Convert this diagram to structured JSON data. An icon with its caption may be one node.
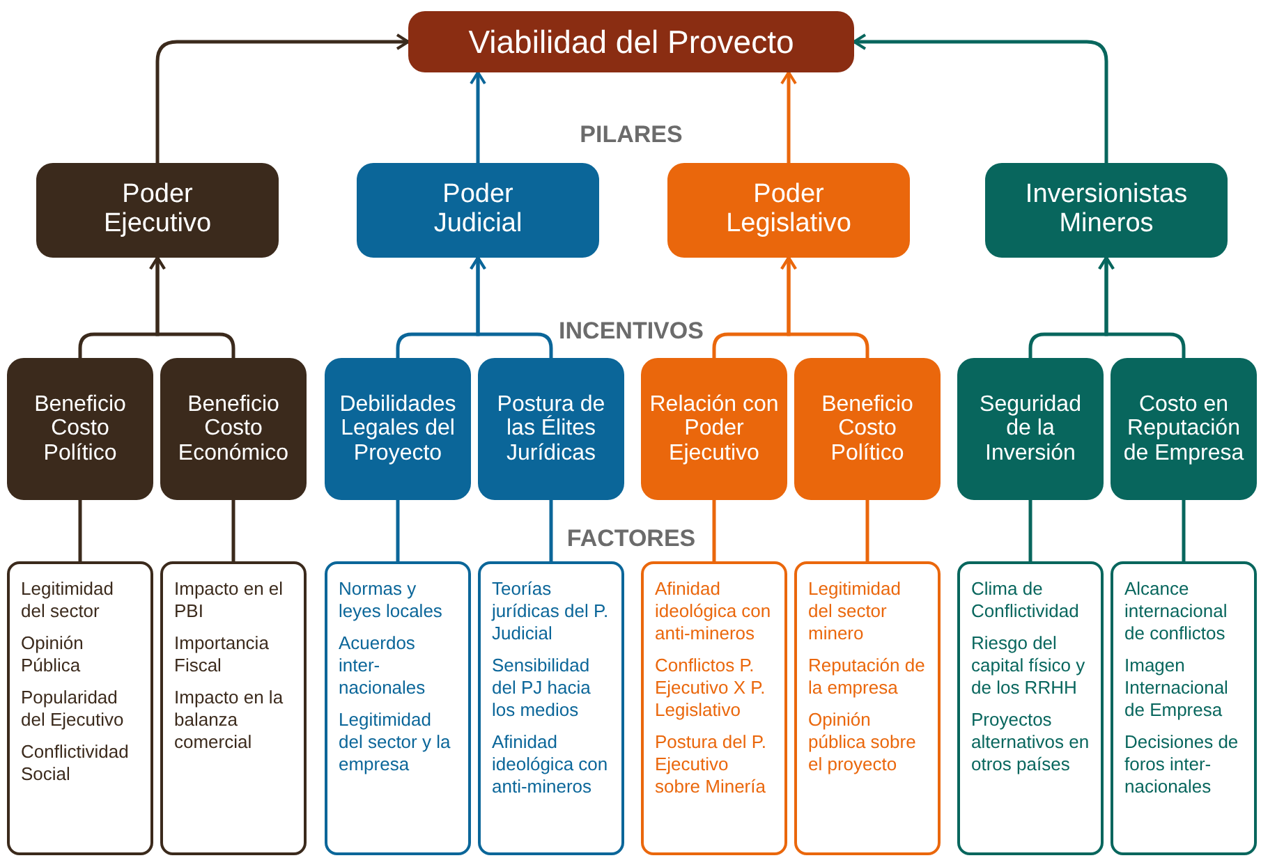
{
  "diagram": {
    "nodes": [
      {
        "text": [
          "Viabilidad del Provecto"
        ]
      },
      {
        "text": [
          "Poder Ejecutivo"
        ]
      },
      {
        "text": [
          "Poder Judicial"
        ]
      },
      {
        "text": [
          "Poder Legislativo"
        ]
      },
      {
        "text": [
          "Inversionistas Mineros"
        ]
      },
      {
        "text": [
          "Beneficio Costo Político"
        ]
      },
      {
        "text": [
          "Beneficio Costo Económico"
        ]
      },
      {
        "text": [
          "Debilidades Legales del Proyecto"
        ]
      },
      {
        "text": [
          "Postura de las Élites Jurídicas"
        ]
      },
      {
        "text": [
          "Relación con Poder Ejecutivo"
        ]
      },
      {
        "text": [
          "Beneficio Costo Político"
        ]
      },
      {
        "text": [
          "Seguridad de la Inversión"
        ]
      },
      {
        "text": [
          "Costo en Reputación de Empresa"
        ]
      },
      {
        "text": [
          "Legitimidad del sector",
          "Opinión Pública",
          "Popularidad del Ejecutivo",
          "Conflictividad Social"
        ]
      },
      {
        "text": [
          "Impacto en el PBI",
          "Importancia Fiscal",
          "Impacto en la balanza comercial"
        ]
      },
      {
        "text": [
          "Normas y leyes locales",
          "Acuerdos inter-nacionales",
          "Legitimidad del sector y la empresa"
        ]
      },
      {
        "text": [
          "Teorías jurídicas del P. Judicial",
          "Sensibilidad del PJ hacia los medios",
          "Afinidad ideológica con anti-mineros"
        ]
      },
      {
        "text": [
          "Afinidad ideológica con anti-mineros",
          "Conflictos P. Ejecutivo X P. Legislativo",
          "Postura del P. Ejecutivo sobre Minería"
        ]
      },
      {
        "text": [
          "Legitimidad del sector minero",
          "Reputación de la empresa",
          "Opinión pública sobre el proyecto"
        ]
      },
      {
        "text": [
          "Clima de Conflictividad",
          "Riesgo del capital físico y de los RRHH",
          "Proyectos alternativos en otros países"
        ]
      },
      {
        "text": [
          "Alcance internacional de conflictos",
          "Imagen Internacional de Empresa",
          "Decisiones de foros inter-nacionales"
        ]
      }
    ],
    "edges": [
      {
        "from": 1,
        "to": 0,
        "arrow": "to",
        "color": "#3b2a1c"
      },
      {
        "from": 2,
        "to": 0,
        "arrow": "to",
        "color": "#0b6699"
      },
      {
        "from": 3,
        "to": 0,
        "arrow": "to",
        "color": "#ea670c"
      },
      {
        "from": 4,
        "to": 0,
        "arrow": "to",
        "color": "#08665d"
      },
      {
        "from": 5,
        "to": 1,
        "arrow": "to",
        "color": "#3b2a1c"
      },
      {
        "from": 6,
        "to": 1,
        "arrow": "to",
        "color": "#3b2a1c"
      },
      {
        "from": 7,
        "to": 2,
        "arrow": "to",
        "color": "#0b6699"
      },
      {
        "from": 8,
        "to": 2,
        "arrow": "to",
        "color": "#0b6699"
      },
      {
        "from": 9,
        "to": 3,
        "arrow": "to",
        "color": "#ea670c"
      },
      {
        "from": 10,
        "to": 3,
        "arrow": "to",
        "color": "#ea670c"
      },
      {
        "from": 11,
        "to": 4,
        "arrow": "to",
        "color": "#08665d"
      },
      {
        "from": 12,
        "to": 4,
        "arrow": "to",
        "color": "#08665d"
      },
      {
        "from": 13,
        "to": 5,
        "arrow": "none",
        "color": "#3b2a1c"
      },
      {
        "from": 14,
        "to": 6,
        "arrow": "none",
        "color": "#3b2a1c"
      },
      {
        "from": 15,
        "to": 7,
        "arrow": "none",
        "color": "#0b6699"
      },
      {
        "from": 16,
        "to": 8,
        "arrow": "none",
        "color": "#0b6699"
      },
      {
        "from": 17,
        "to": 9,
        "arrow": "none",
        "color": "#ea670c"
      },
      {
        "from": 18,
        "to": 10,
        "arrow": "none",
        "color": "#ea670c"
      },
      {
        "from": 19,
        "to": 11,
        "arrow": "none",
        "color": "#08665d"
      },
      {
        "from": 20,
        "to": 12,
        "arrow": "none",
        "color": "#08665d"
      }
    ],
    "labels": [
      "PILARES",
      "INCENTIVOS",
      "FACTORES"
    ]
  }
}
